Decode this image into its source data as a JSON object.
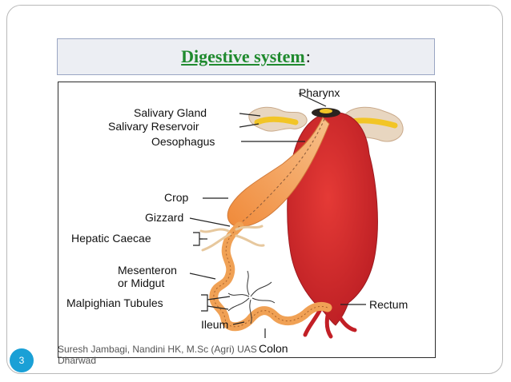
{
  "title": {
    "text": "Digestive system",
    "colon": ":"
  },
  "figure": {
    "labels": {
      "pharynx": "Pharynx",
      "salivary_gland": "Salivary Gland",
      "salivary_reservoir": "Salivary Reservoir",
      "oesophagus": "Oesophagus",
      "crop": "Crop",
      "gizzard": "Gizzard",
      "hepatic_caecae": "Hepatic Caecae",
      "mesenteron_line1": "Mesenteron",
      "mesenteron_line2": "or Midgut",
      "malpighian_tubules": "Malpighian Tubules",
      "ileum": "Ileum",
      "colon": "Colon",
      "rectum": "Rectum"
    },
    "colors": {
      "body": "#d42a2c",
      "crop": "#f3a05a",
      "gland": "#e9d9c4",
      "reservoir": "#f3cf2e"
    }
  },
  "footer": {
    "line1": "Suresh Jambagi, Nandini HK, M.Sc (Agri) UAS",
    "line2": "Dharwad"
  },
  "page_number": "3"
}
